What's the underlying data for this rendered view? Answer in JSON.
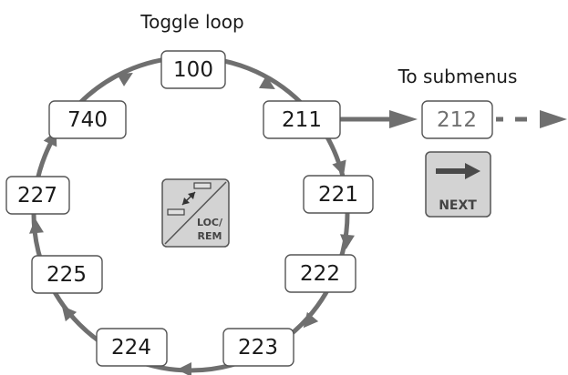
{
  "title": "Toggle loop",
  "submenu_label": "To submenus",
  "loop_nodes": [
    "100",
    "211",
    "221",
    "222",
    "223",
    "224",
    "225",
    "227",
    "740"
  ],
  "submenu_node": "212",
  "loc_rem_button": {
    "line1": "LOC/",
    "line2": "REM",
    "icon": "loc-rem-swap-icon"
  },
  "next_button": {
    "label": "NEXT",
    "icon": "right-arrow-icon"
  },
  "colors": {
    "ring": "#6f6f6f",
    "button_fill": "#d4d4d4",
    "node_border": "#555555",
    "dim_text": "#707070"
  }
}
